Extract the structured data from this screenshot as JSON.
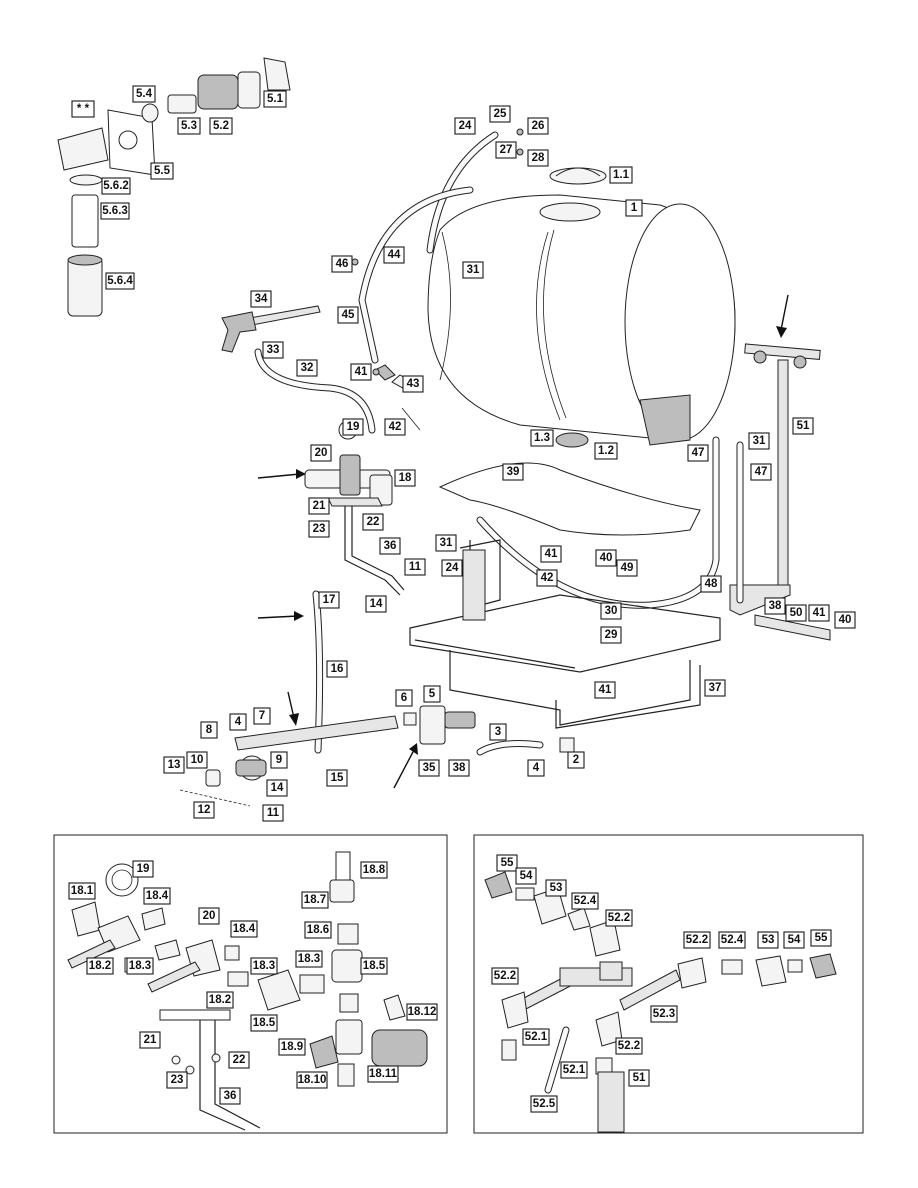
{
  "callouts": {
    "c_star": "* *",
    "c5_4": "5.4",
    "c5_3": "5.3",
    "c5_2": "5.2",
    "c5_1": "5.1",
    "c5_5": "5.5",
    "c5_6_2": "5.6.2",
    "c5_6_3": "5.6.3",
    "c5_6_4": "5.6.4",
    "c24": "24",
    "c25": "25",
    "c26": "26",
    "c27": "27",
    "c28": "28",
    "c1_1": "1.1",
    "c1": "1",
    "c46": "46",
    "c44": "44",
    "c31a": "31",
    "c34": "34",
    "c45": "45",
    "c33": "33",
    "c32": "32",
    "c41a": "41",
    "c43": "43",
    "c42a": "42",
    "c19": "19",
    "c20": "20",
    "c18": "18",
    "c1_3": "1.3",
    "c1_2": "1.2",
    "c47a": "47",
    "c31b": "31",
    "c47b": "47",
    "c51": "51",
    "c39": "39",
    "c21": "21",
    "c22": "22",
    "c23": "23",
    "c36": "36",
    "c11a": "11",
    "c14a": "14",
    "c31c": "31",
    "c24b": "24",
    "c41b": "41",
    "c42b": "42",
    "c40a": "40",
    "c49": "49",
    "c48": "48",
    "c38a": "38",
    "c50": "50",
    "c41c": "41",
    "c40b": "40",
    "c30": "30",
    "c29": "29",
    "c17": "17",
    "c16": "16",
    "c41d": "41",
    "c37": "37",
    "c6": "6",
    "c5": "5",
    "c8": "8",
    "c4a": "4",
    "c7": "7",
    "c3": "3",
    "c10": "10",
    "c9": "9",
    "c13": "13",
    "c14b": "14",
    "c12": "12",
    "c11b": "11",
    "c15": "15",
    "c35": "35",
    "c38b": "38",
    "c4b": "4",
    "c2": "2"
  },
  "detail_left": {
    "c19": "19",
    "c18_1": "18.1",
    "c18_4a": "18.4",
    "c20": "20",
    "c18_4b": "18.4",
    "c18_2a": "18.2",
    "c18_3a": "18.3",
    "c18_2b": "18.2",
    "c18_3b": "18.3",
    "c18_8": "18.8",
    "c18_7": "18.7",
    "c18_6": "18.6",
    "c18_3c": "18.3",
    "c18_5a": "18.5",
    "c18_5b": "18.5",
    "c18_12": "18.12",
    "c18_9": "18.9",
    "c18_10": "18.10",
    "c18_11": "18.11",
    "c21": "21",
    "c22": "22",
    "c23": "23",
    "c36": "36"
  },
  "detail_right": {
    "c55a": "55",
    "c54a": "54",
    "c53a": "53",
    "c52_4a": "52.4",
    "c52_2a": "52.2",
    "c52_2b": "52.2",
    "c52_4b": "52.4",
    "c53b": "53",
    "c54b": "54",
    "c55b": "55",
    "c52_2c": "52.2",
    "c52_3": "52.3",
    "c52_1a": "52.1",
    "c52_2d": "52.2",
    "c52_1b": "52.1",
    "c51": "51",
    "c52_5": "52.5"
  }
}
